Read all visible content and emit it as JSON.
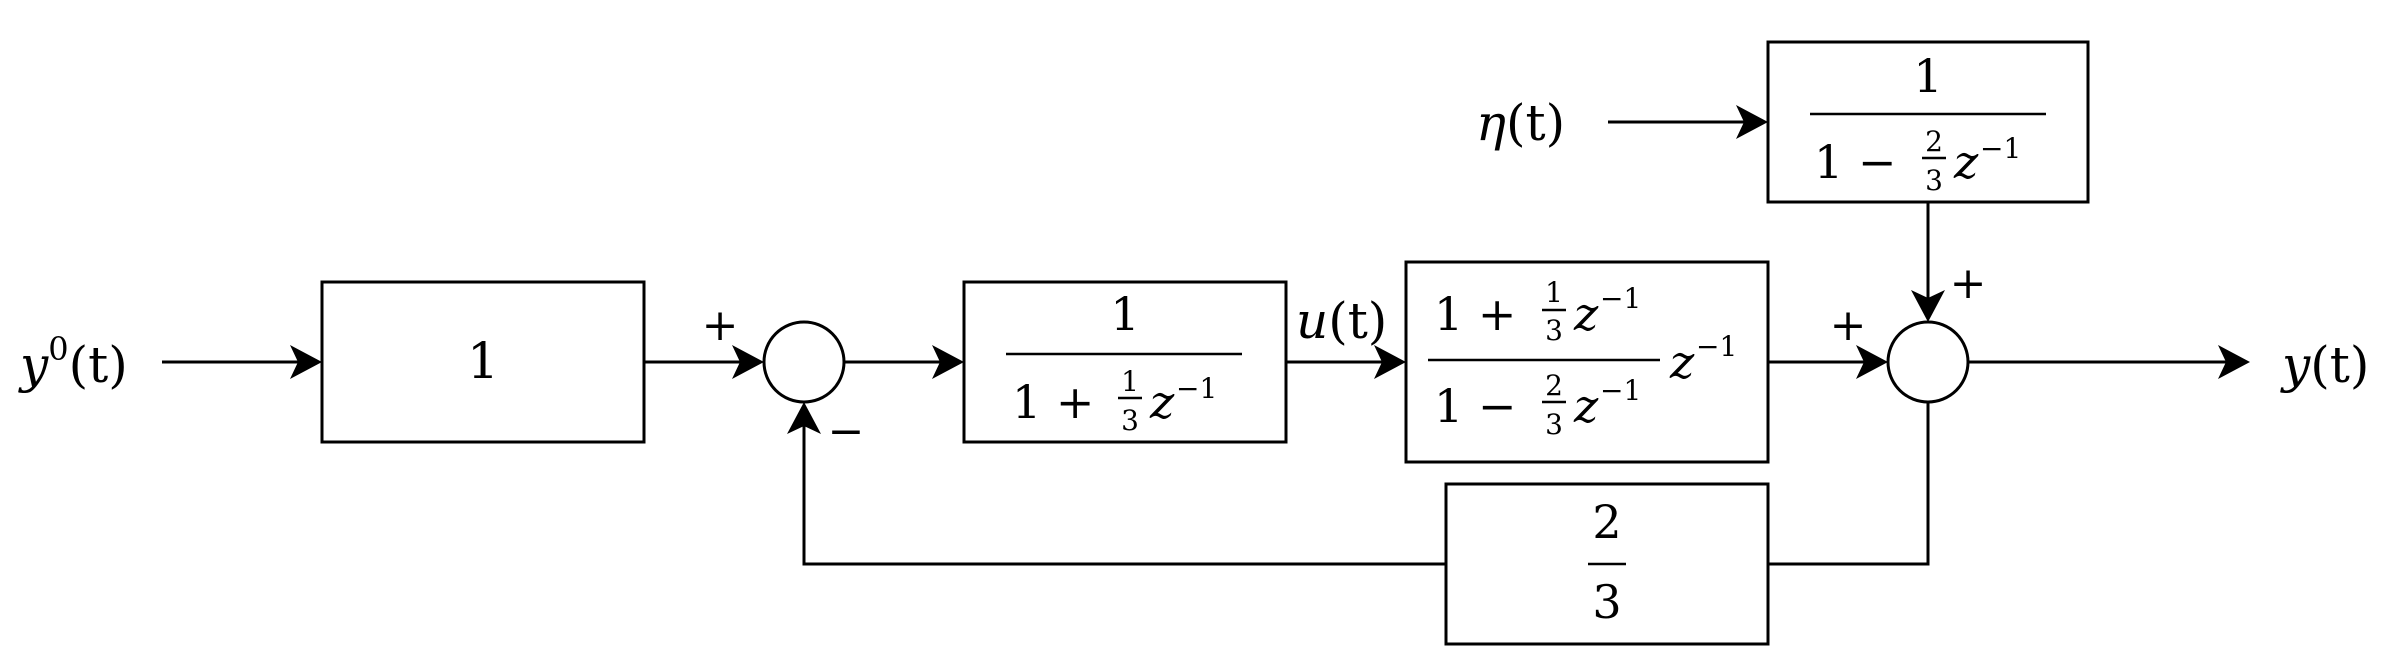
{
  "signals": {
    "reference": {
      "base": "y",
      "sup": "0",
      "arg": "(t)"
    },
    "noise": {
      "base": "η",
      "arg": "(t)"
    },
    "control": {
      "base": "u",
      "arg": "(t)"
    },
    "output": {
      "base": "y",
      "arg": "(t)"
    }
  },
  "blocks": {
    "prefilter": {
      "value": "1"
    },
    "controller": {
      "numerator": "1",
      "den_lead": "1 + ",
      "den_frac_num": "1",
      "den_frac_den": "3",
      "den_var": "z",
      "den_exp": "−1"
    },
    "plant": {
      "num_lead": "1 + ",
      "num_frac_num": "1",
      "num_frac_den": "3",
      "num_var": "z",
      "num_exp": "−1",
      "den_lead": "1 − ",
      "den_frac_num": "2",
      "den_frac_den": "3",
      "den_var": "z",
      "den_exp": "−1",
      "tail_var": "z",
      "tail_exp": "−1"
    },
    "disturbance": {
      "numerator": "1",
      "den_lead": "1 − ",
      "den_frac_num": "2",
      "den_frac_den": "3",
      "den_var": "z",
      "den_exp": "−1"
    },
    "feedback": {
      "numerator": "2",
      "denominator": "3"
    }
  },
  "summing_junctions": {
    "error_sum": {
      "top_sign": "+",
      "bottom_sign": "−"
    },
    "output_sum": {
      "left_sign": "+",
      "top_sign": "+"
    }
  }
}
